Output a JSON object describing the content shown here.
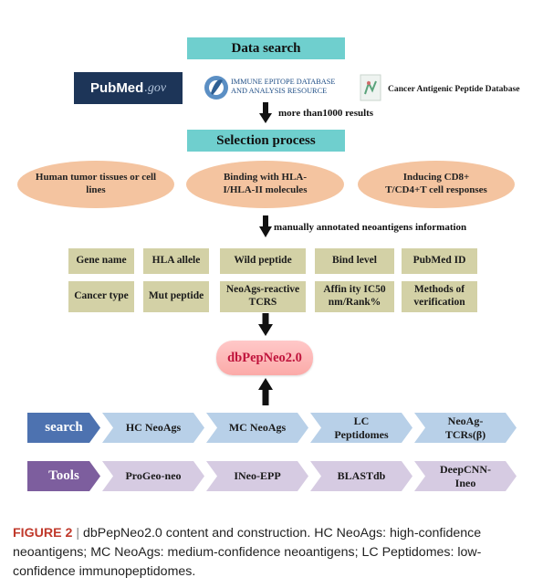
{
  "data_search": "Data search",
  "logos": {
    "pubmed_a": "Pub",
    "pubmed_b": "Med",
    "pubmed_c": ".gov",
    "iedb_line1": "IMMUNE EPITOPE DATABASE",
    "iedb_line2": "AND ANALYSIS RESOURCE",
    "capd": "Cancer Antigenic Peptide Database"
  },
  "results_note": "more than1000 results",
  "selection_process": "Selection process",
  "criteria": [
    "Human tumor tissues or cell lines",
    "Binding with HLA-I/HLA-II molecules",
    "Inducing CD8+ T/CD4+T cell responses"
  ],
  "annotation_note": "manually annotated neoantigens information",
  "fields_row1": [
    "Gene name",
    "HLA allele",
    "Wild peptide",
    "Bind level",
    "PubMed ID"
  ],
  "fields_row2": [
    "Cancer type",
    "Mut peptide",
    "NeoAgs-reactive TCRS",
    "Affin ity IC50 nm/Rank%",
    "Methods of verification"
  ],
  "database": "dbPepNeo2.0",
  "search_row": {
    "label": "search",
    "items": [
      "HC NeoAgs",
      "MC NeoAgs",
      "LC Peptidomes",
      "NeoAg-TCRs(β)"
    ]
  },
  "tools_row": {
    "label": "Tools",
    "items": [
      "ProGeo-neo",
      "INeo-EPP",
      "BLASTdb",
      "DeepCNN-Ineo"
    ]
  },
  "caption": {
    "label": "FIGURE 2",
    "separator": " | ",
    "text": "dbPepNeo2.0 content and construction. HC NeoAgs: high-confidence neoantigens; MC NeoAgs: medium-confidence neoantigens; LC Peptidomes: low-confidence immunopeptidomes."
  },
  "colors": {
    "teal": "#6fcfce",
    "ellipse": "#f4c4a0",
    "olive": "#d3d1a6",
    "db_text": "#c0143c",
    "search_blue": "#4d72b0",
    "tools_purple": "#7d5e9e",
    "caption_red": "#c0392b"
  }
}
